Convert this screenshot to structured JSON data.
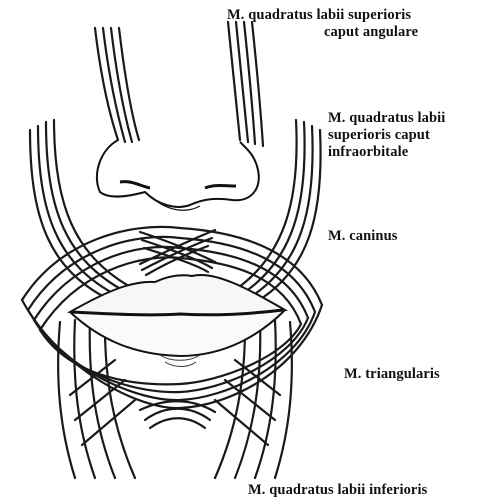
{
  "labels": {
    "qlabii_angular": {
      "line1": "M. quadratus labii superioris",
      "line2": "caput angulare"
    },
    "qlabii_infraorbital": {
      "line1": "M. quadratus labii",
      "line2": "superioris caput",
      "line3": "infraorbitale"
    },
    "caninus": "M. caninus",
    "triangularis": "M. triangularis",
    "qlabii_inferioris": "M. quadratus labii inferioris"
  }
}
